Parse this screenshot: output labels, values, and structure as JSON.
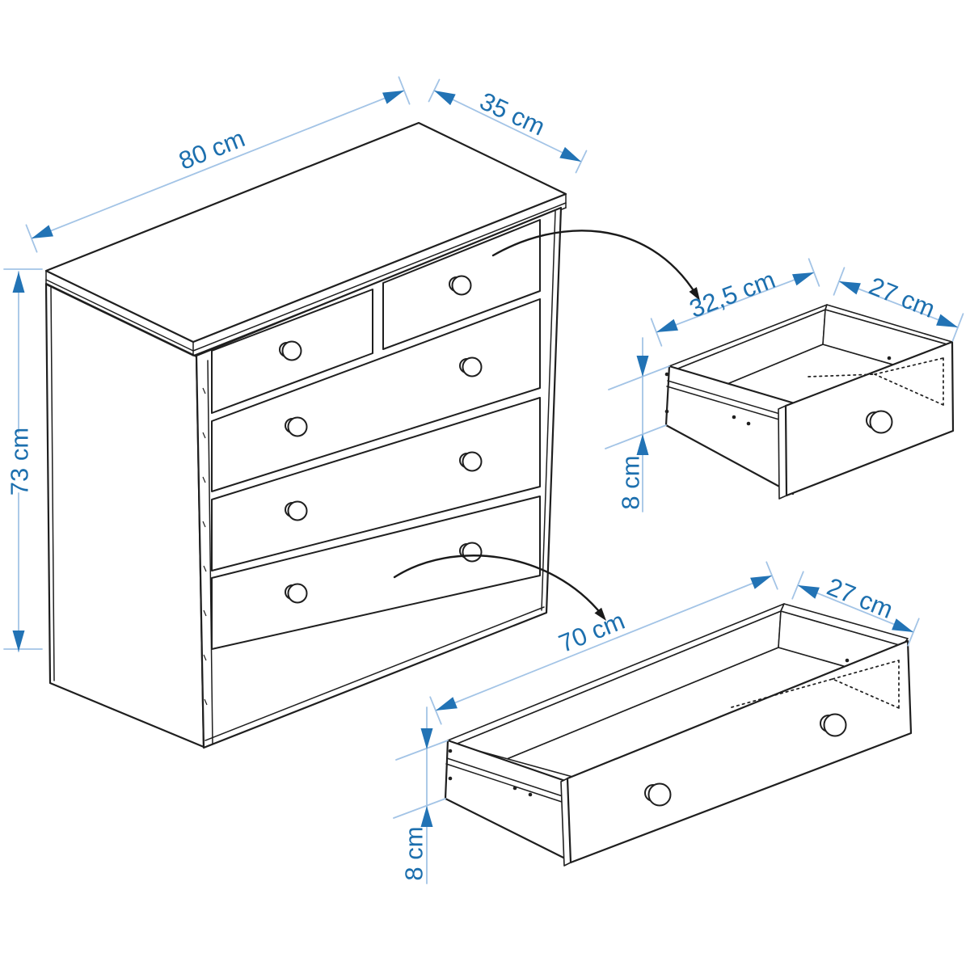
{
  "diagram": {
    "chest": {
      "width_label": "80 cm",
      "depth_label": "35 cm",
      "height_label": "73 cm",
      "small_drawer_count": 2,
      "large_drawer_count": 3
    },
    "small_drawer": {
      "width_label": "32,5 cm",
      "depth_label": "27 cm",
      "height_label": "8 cm"
    },
    "large_drawer": {
      "width_label": "70 cm",
      "depth_label": "27 cm",
      "height_label": "8 cm"
    },
    "colors": {
      "line": "#1f1f1f",
      "dimension_line": "#a3c4e6",
      "dimension_text": "#1c6fae",
      "arrowhead": "#2273b5",
      "pointer_arrow": "#1a1a1a",
      "background": "#ffffff"
    }
  }
}
